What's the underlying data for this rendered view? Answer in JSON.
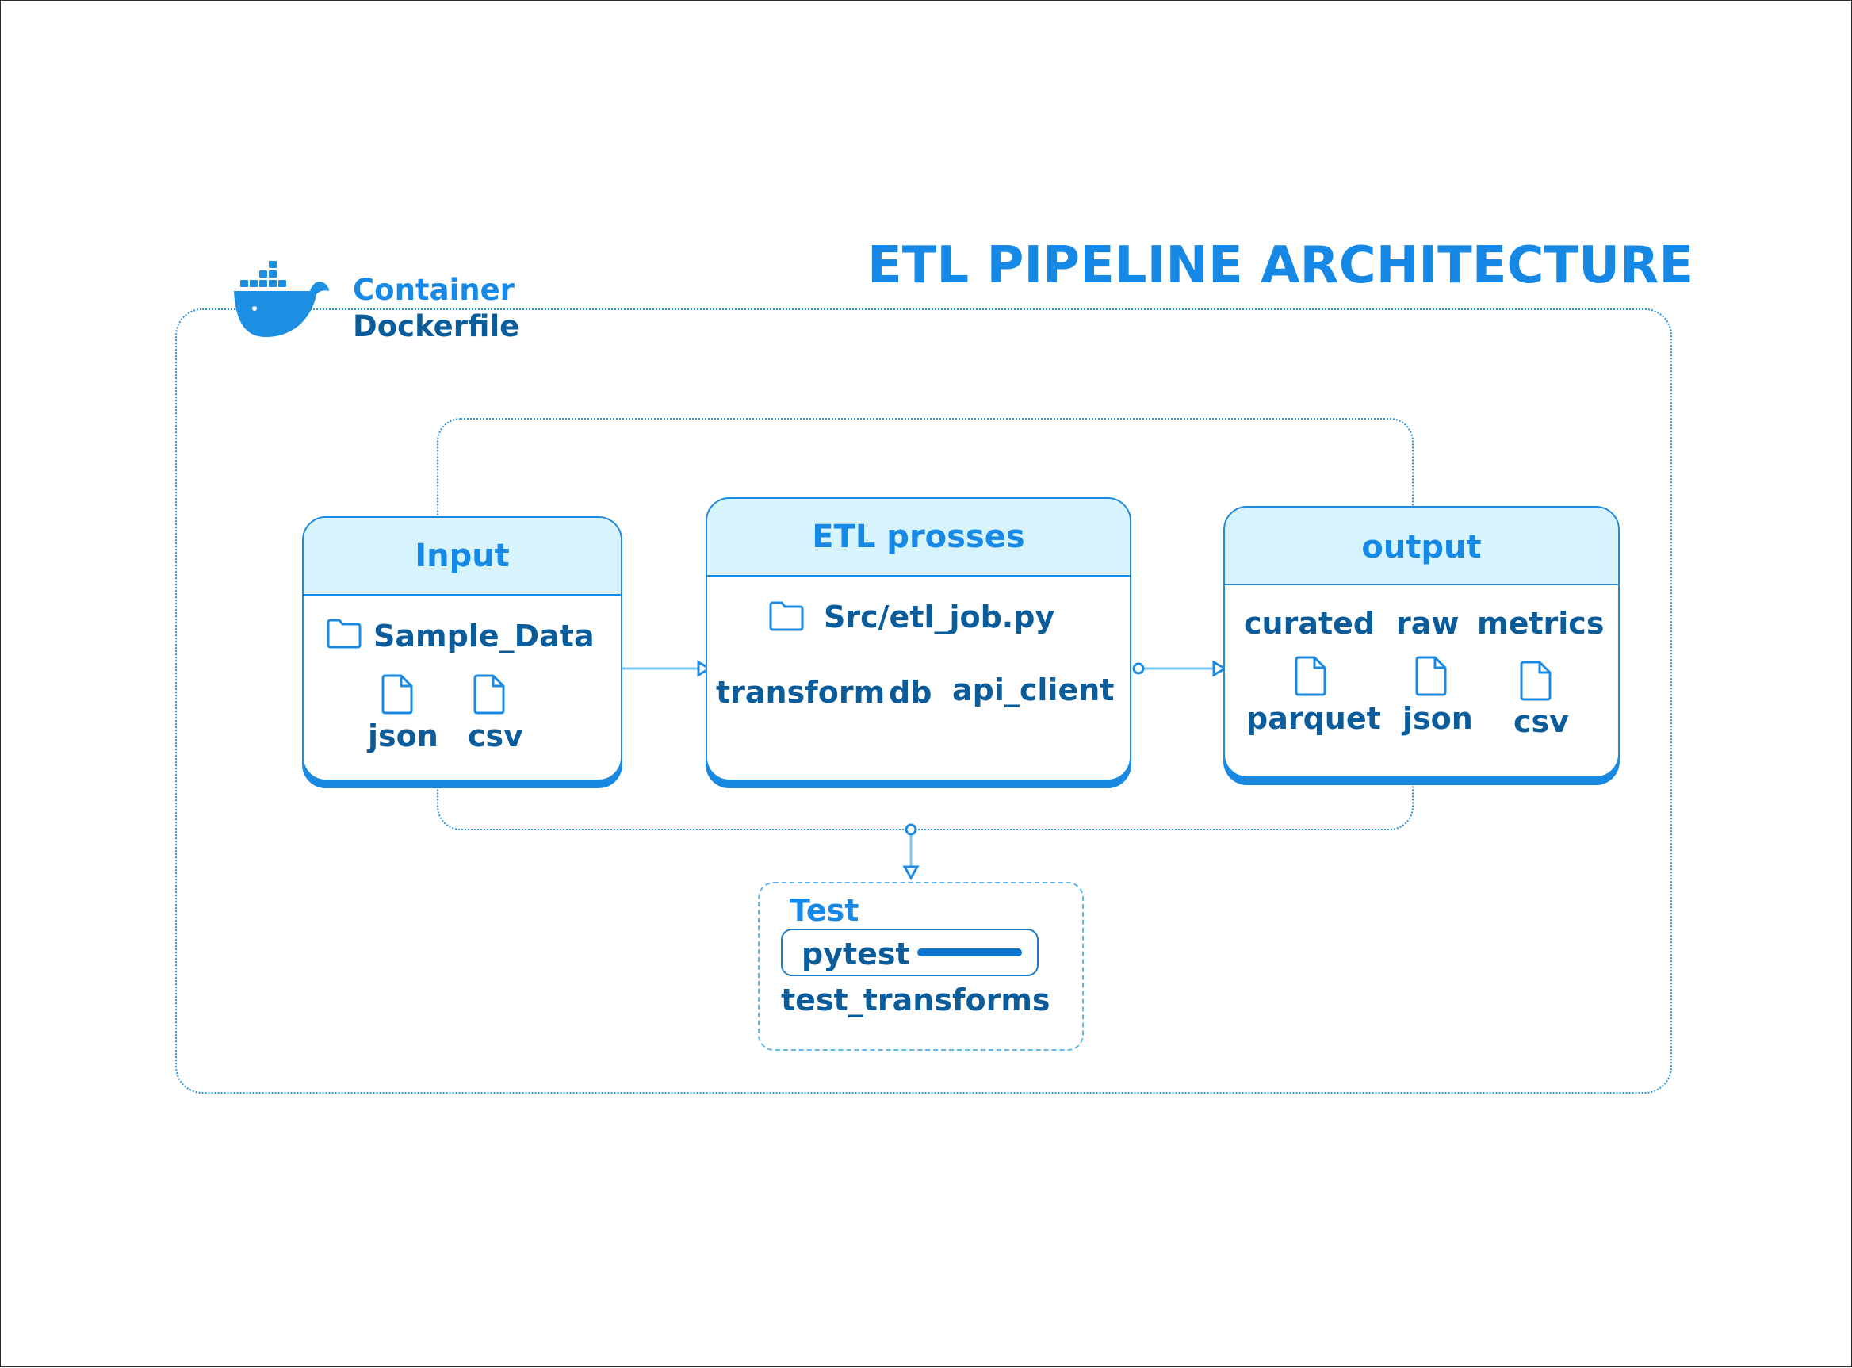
{
  "title": "ETL PIPELINE ARCHITECTURE",
  "container": {
    "label": "Container",
    "sublabel": "Dockerfile",
    "icon": "docker-whale-icon"
  },
  "input": {
    "title": "Input",
    "folder": "Sample_Data",
    "files": [
      "json",
      "csv"
    ]
  },
  "etl": {
    "title": "ETL prosses",
    "folder": "Src/etl_job.py",
    "modules": [
      "transform",
      "db",
      "api_client"
    ]
  },
  "output": {
    "title": "output",
    "folders": [
      "curated",
      "raw",
      "metrics"
    ],
    "files": [
      "parquet",
      "json",
      "csv"
    ]
  },
  "test": {
    "title": "Test",
    "tool": "pytest",
    "file": "test_transforms"
  },
  "colors": {
    "accent": "#1689e6",
    "text": "#0b5c9a",
    "header_fill": "#d7f3fc",
    "connector": "#78c6f2"
  }
}
